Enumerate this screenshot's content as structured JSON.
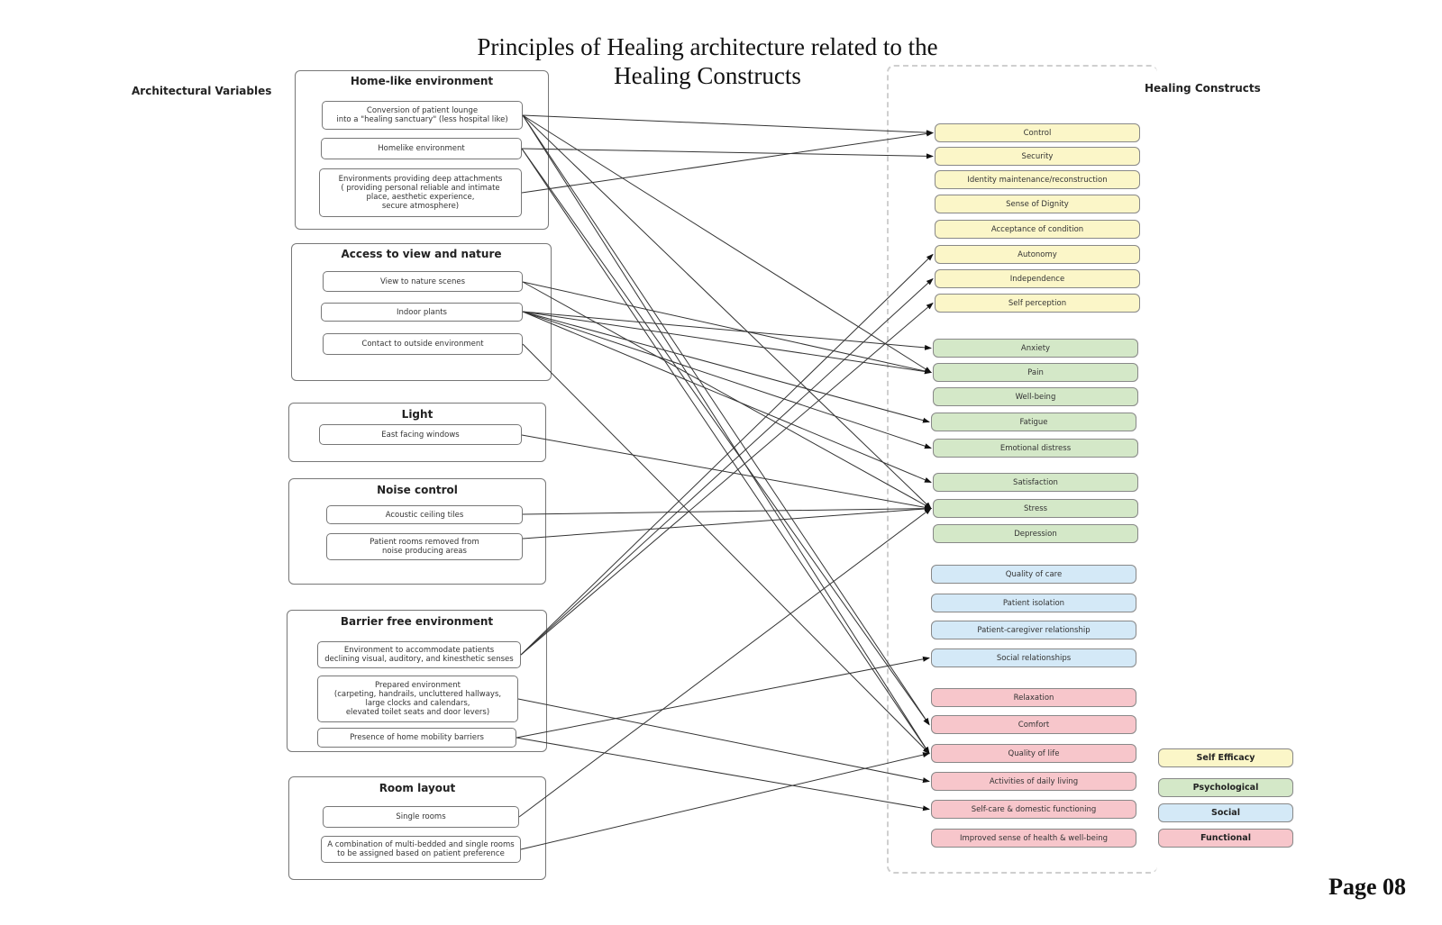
{
  "title_line1": "Principles of Healing architecture related to the",
  "title_line2": "Healing Constructs",
  "left_heading": "Architectural Variables",
  "right_heading": "Healing Constructs",
  "page_label": "Page 08",
  "category_colors": {
    "self_efficacy": "#fbf6c8",
    "psychological": "#d4e8c8",
    "social": "#d4e9f7",
    "functional": "#f7c6cb"
  },
  "groups": [
    {
      "title": "Home-like environment",
      "variables": [
        "Conversion of patient lounge\ninto a \"healing sanctuary\" (less hospital like)",
        "Homelike environment",
        "Environments providing deep attachments\n( providing personal reliable and intimate\nplace, aesthetic experience,\nsecure atmosphere)"
      ]
    },
    {
      "title": "Access to view and nature",
      "variables": [
        "View to nature scenes",
        "Indoor plants",
        "Contact to outside environment"
      ]
    },
    {
      "title": "Light",
      "variables": [
        "East facing windows"
      ]
    },
    {
      "title": "Noise control",
      "variables": [
        "Acoustic ceiling tiles",
        "Patient rooms removed from\nnoise producing areas"
      ]
    },
    {
      "title": "Barrier free environment",
      "variables": [
        "Environment to accommodate patients\ndeclining visual, auditory, and kinesthetic senses",
        "Prepared environment\n(carpeting, handrails, uncluttered hallways,\nlarge clocks and calendars,\nelevated toilet seats and door levers)",
        "Presence of home mobility barriers"
      ]
    },
    {
      "title": "Room layout",
      "variables": [
        "Single rooms",
        "A combination of multi-bedded and single rooms\nto be assigned based on patient preference"
      ]
    }
  ],
  "constructs": [
    {
      "label": "Control",
      "category": "self_efficacy"
    },
    {
      "label": "Security",
      "category": "self_efficacy"
    },
    {
      "label": "Identity maintenance/reconstruction",
      "category": "self_efficacy"
    },
    {
      "label": "Sense of Dignity",
      "category": "self_efficacy"
    },
    {
      "label": "Acceptance of condition",
      "category": "self_efficacy"
    },
    {
      "label": "Autonomy",
      "category": "self_efficacy"
    },
    {
      "label": "Independence",
      "category": "self_efficacy"
    },
    {
      "label": "Self perception",
      "category": "self_efficacy"
    },
    {
      "label": "Anxiety",
      "category": "psychological"
    },
    {
      "label": "Pain",
      "category": "psychological"
    },
    {
      "label": "Well-being",
      "category": "psychological"
    },
    {
      "label": "Fatigue",
      "category": "psychological"
    },
    {
      "label": "Emotional distress",
      "category": "psychological"
    },
    {
      "label": "Satisfaction",
      "category": "psychological"
    },
    {
      "label": "Stress",
      "category": "psychological"
    },
    {
      "label": "Depression",
      "category": "psychological"
    },
    {
      "label": "Quality of care",
      "category": "social"
    },
    {
      "label": "Patient isolation",
      "category": "social"
    },
    {
      "label": "Patient-caregiver relationship",
      "category": "social"
    },
    {
      "label": "Social relationships",
      "category": "social"
    },
    {
      "label": "Relaxation",
      "category": "functional"
    },
    {
      "label": "Comfort",
      "category": "functional"
    },
    {
      "label": "Quality of life",
      "category": "functional"
    },
    {
      "label": "Activities of daily living",
      "category": "functional"
    },
    {
      "label": "Self-care & domestic functioning",
      "category": "functional"
    },
    {
      "label": "Improved sense of health & well-being",
      "category": "functional"
    }
  ],
  "legend": [
    {
      "label": "Self Efficacy",
      "category": "self_efficacy"
    },
    {
      "label": "Psychological",
      "category": "psychological"
    },
    {
      "label": "Social",
      "category": "social"
    },
    {
      "label": "Functional",
      "category": "functional"
    }
  ],
  "links": [
    {
      "from": "Conversion of patient lounge",
      "to": "Control"
    },
    {
      "from": "Conversion of patient lounge",
      "to": "Pain"
    },
    {
      "from": "Conversion of patient lounge",
      "to": "Stress"
    },
    {
      "from": "Conversion of patient lounge",
      "to": "Quality of life"
    },
    {
      "from": "Conversion of patient lounge",
      "to": "Comfort"
    },
    {
      "from": "Homelike environment",
      "to": "Security"
    },
    {
      "from": "Homelike environment",
      "to": "Quality of life"
    },
    {
      "from": "Homelike environment",
      "to": "Comfort"
    },
    {
      "from": "Environments providing deep attachments",
      "to": "Control"
    },
    {
      "from": "View to nature scenes",
      "to": "Pain"
    },
    {
      "from": "View to nature scenes",
      "to": "Stress"
    },
    {
      "from": "Indoor plants",
      "to": "Anxiety"
    },
    {
      "from": "Indoor plants",
      "to": "Pain"
    },
    {
      "from": "Indoor plants",
      "to": "Fatigue"
    },
    {
      "from": "Indoor plants",
      "to": "Emotional distress"
    },
    {
      "from": "Indoor plants",
      "to": "Satisfaction"
    },
    {
      "from": "Contact to outside environment",
      "to": "Quality of life"
    },
    {
      "from": "East facing windows",
      "to": "Stress"
    },
    {
      "from": "Acoustic ceiling tiles",
      "to": "Stress"
    },
    {
      "from": "Patient rooms removed from noise producing areas",
      "to": "Stress"
    },
    {
      "from": "Environment to accommodate patients",
      "to": "Autonomy"
    },
    {
      "from": "Environment to accommodate patients",
      "to": "Independence"
    },
    {
      "from": "Environment to accommodate patients",
      "to": "Self perception"
    },
    {
      "from": "Prepared environment",
      "to": "Activities of daily living"
    },
    {
      "from": "Presence of home mobility barriers",
      "to": "Social relationships"
    },
    {
      "from": "Presence of home mobility barriers",
      "to": "Self-care & domestic functioning"
    },
    {
      "from": "Single rooms",
      "to": "Stress"
    },
    {
      "from": "A combination of multi-bedded and single rooms",
      "to": "Quality of life"
    }
  ]
}
